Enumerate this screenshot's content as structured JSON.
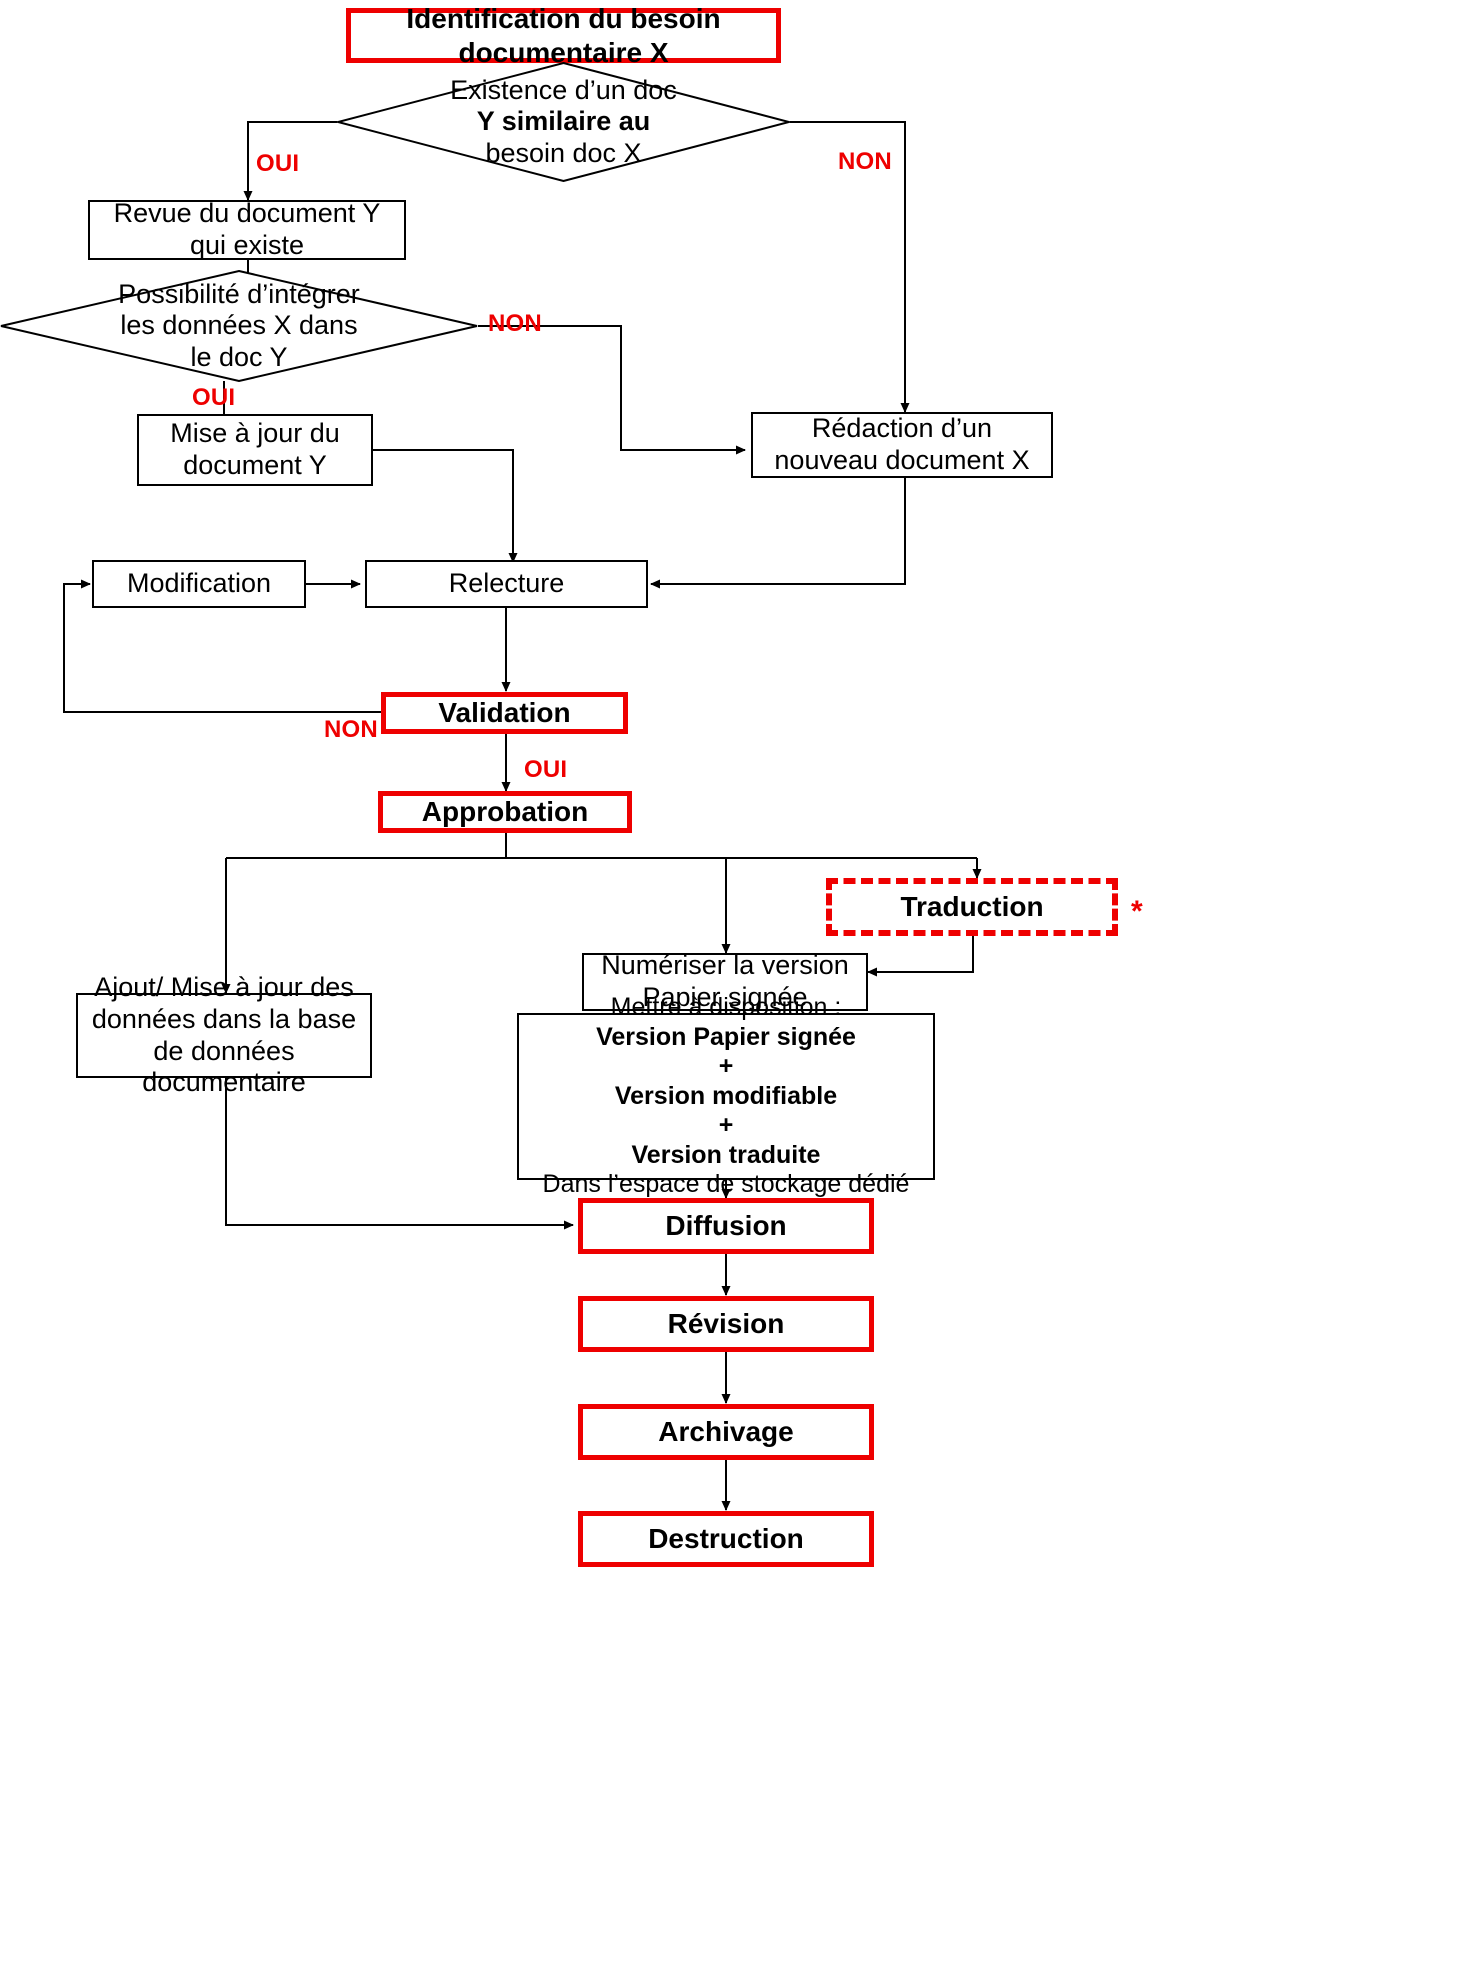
{
  "diagram": {
    "title_node": "Identification du besoin documentaire X",
    "colors": {
      "accent_red": "#ee0000",
      "line_black": "#000000",
      "background": "#ffffff"
    }
  },
  "nodes": {
    "identification": {
      "label": "Identification du besoin documentaire X",
      "shape": "red-box"
    },
    "existence_doc": {
      "line1": "Existence d’un doc",
      "line2": "Y similaire au",
      "line3": "besoin doc X",
      "shape": "diamond"
    },
    "revue": {
      "label": "Revue du document Y qui existe",
      "shape": "box"
    },
    "possibilite": {
      "line1": "Possibilité d’intégrer",
      "line2": "les données X dans",
      "line3": "le doc Y",
      "shape": "diamond"
    },
    "mise_a_jour_y": {
      "label": "Mise à jour du document Y",
      "shape": "box"
    },
    "redaction_x": {
      "label": "Rédaction d’un nouveau document X",
      "shape": "box"
    },
    "modification": {
      "label": "Modification",
      "shape": "box"
    },
    "relecture": {
      "label": "Relecture",
      "shape": "box"
    },
    "validation": {
      "label": "Validation",
      "shape": "red-box"
    },
    "approbation": {
      "label": "Approbation",
      "shape": "red-box"
    },
    "traduction": {
      "label": "Traduction",
      "shape": "red-dashed-box",
      "footnote_marker": "*"
    },
    "numeriser": {
      "line1": "Numériser la version",
      "line2": "Papier signée",
      "shape": "box"
    },
    "mettre_a_disposition": {
      "line1": "Mettre à disposition :",
      "line2": "Version Papier signée",
      "line3": "+",
      "line4": "Version modifiable",
      "line5": "+",
      "line6": "Version traduite",
      "line7": "Dans l’espace de stockage dédié",
      "shape": "box"
    },
    "ajout_base": {
      "line1": "Ajout/ Mise à jour des",
      "line2": "données dans la base de",
      "line3": "données documentaire",
      "shape": "box"
    },
    "diffusion": {
      "label": "Diffusion",
      "shape": "red-box"
    },
    "revision": {
      "label": "Révision",
      "shape": "red-box"
    },
    "archivage": {
      "label": "Archivage",
      "shape": "red-box"
    },
    "destruction": {
      "label": "Destruction",
      "shape": "red-box"
    }
  },
  "edge_labels": {
    "existence_oui": "OUI",
    "existence_non": "NON",
    "possibilite_non": "NON",
    "possibilite_oui": "OUI",
    "validation_non": "NON",
    "validation_oui": "OUI"
  }
}
